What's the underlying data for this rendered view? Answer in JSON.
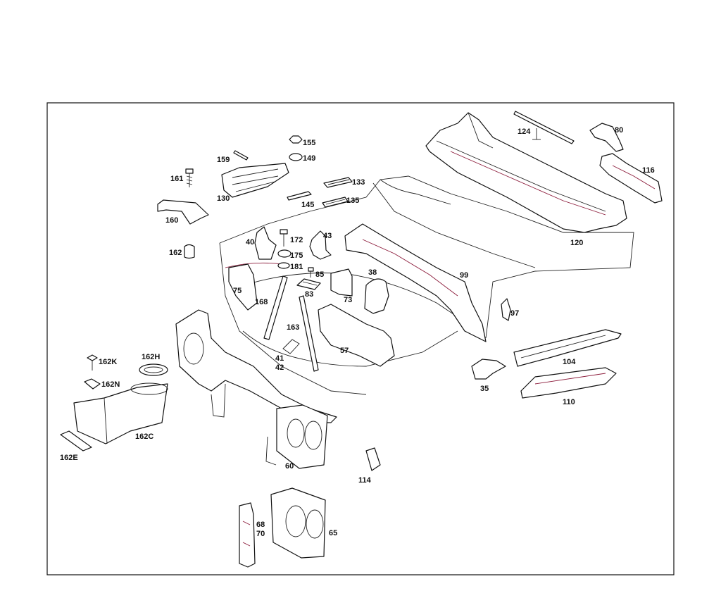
{
  "diagram": {
    "labels": {
      "l155": "155",
      "l149": "149",
      "l159": "159",
      "l161": "161",
      "l130": "130",
      "l133": "133",
      "l135": "135",
      "l145": "145",
      "l160": "160",
      "l162": "162",
      "l40": "40",
      "l172": "172",
      "l43": "43",
      "l175": "175",
      "l181": "181",
      "l85": "85",
      "l83": "83",
      "l73": "73",
      "l38": "38",
      "l75": "75",
      "l168": "168",
      "l163": "163",
      "l41": "41",
      "l42": "42",
      "l57": "57",
      "l99": "99",
      "l97": "97",
      "l124": "124",
      "l80": "80",
      "l116": "116",
      "l120": "120",
      "l104": "104",
      "l35": "35",
      "l110": "110",
      "l162K": "162K",
      "l162H": "162H",
      "l162N": "162N",
      "l162C": "162C",
      "l162E": "162E",
      "l60": "60",
      "l114": "114",
      "l68": "68",
      "l70": "70",
      "l65": "65"
    }
  }
}
